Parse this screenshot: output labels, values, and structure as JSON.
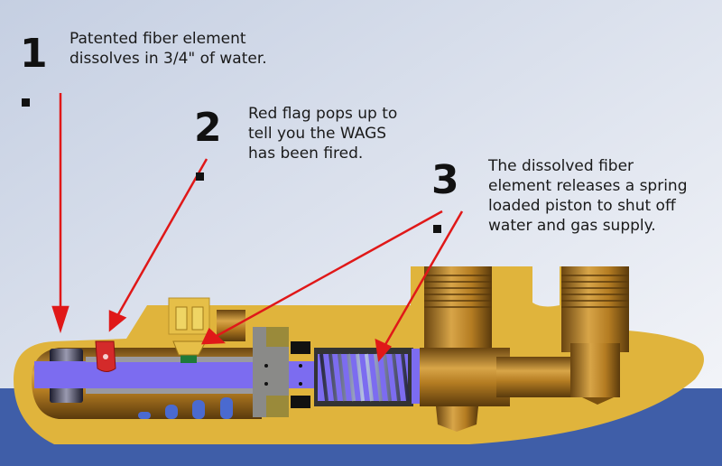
{
  "callouts": [
    {
      "number": "1",
      "lines": [
        "Patented fiber element",
        "dissolves in 3/4\" of water."
      ]
    },
    {
      "number": "2",
      "lines": [
        "Red flag pops up to",
        "tell you the WAGS",
        "has been fired."
      ]
    },
    {
      "number": "3",
      "lines": [
        "The dissolved fiber",
        "element releases a spring",
        "loaded piston to shut off",
        "water and gas supply."
      ]
    }
  ],
  "colors": {
    "sky_top": "#c9d2e4",
    "sky_bottom": "#f2f4f8",
    "water": "#3f5ea8",
    "body": "#e0b43c",
    "brass": "#a8741c",
    "piston": "#7c6cf0",
    "flag": "#d42a2a",
    "arrow": "#e01818",
    "seat": "#1e7a3a"
  }
}
